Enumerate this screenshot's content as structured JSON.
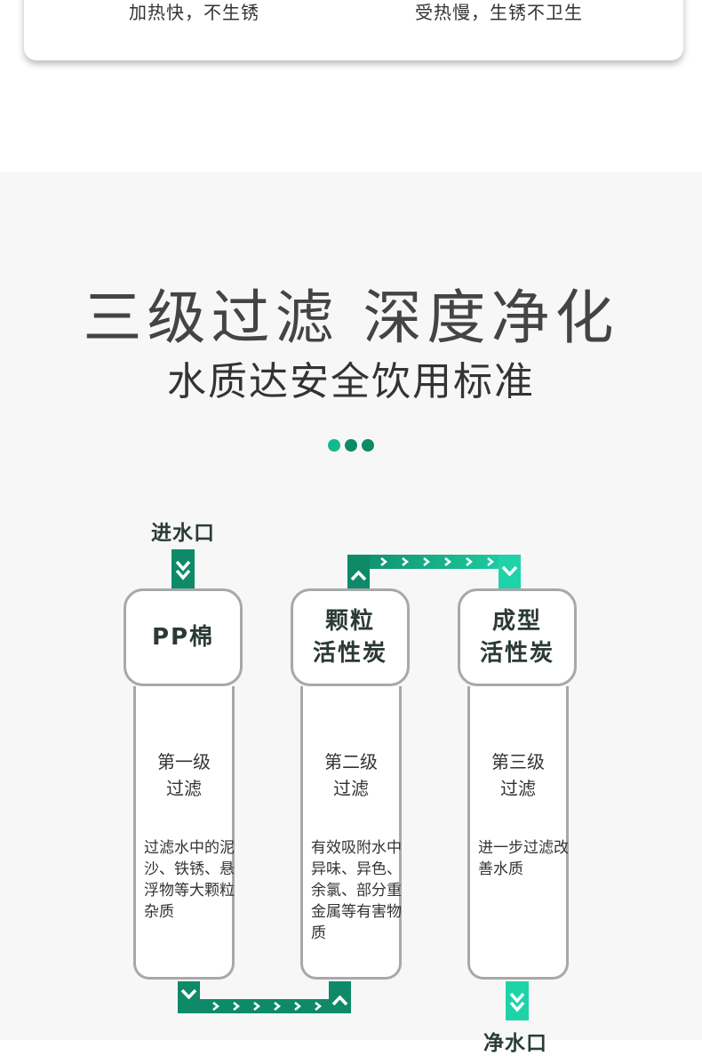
{
  "comparison": {
    "left_caption": "加热快，不生锈",
    "right_caption": "受热慢，生锈不卫生"
  },
  "section": {
    "title": "三级过滤 深度净化",
    "subtitle": "水质达安全饮用标准"
  },
  "flow": {
    "inlet_label": "进水口",
    "outlet_label": "净水口"
  },
  "filters": [
    {
      "name_line1": "PP棉",
      "name_line2": "",
      "stage_line1": "第一级",
      "stage_line2": "过滤",
      "description": "过滤水中的泥沙、铁锈、悬浮物等大颗粒杂质"
    },
    {
      "name_line1": "颗粒",
      "name_line2": "活性炭",
      "stage_line1": "第二级",
      "stage_line2": "过滤",
      "description": "有效吸附水中异味、异色、余氯、部分重金属等有害物质"
    },
    {
      "name_line1": "成型",
      "name_line2": "活性炭",
      "stage_line1": "第三级",
      "stage_line2": "过滤",
      "description": "进一步过滤改善水质"
    }
  ],
  "colors": {
    "accent_dark": "#0e8a68",
    "accent_mid": "#14b88e",
    "accent_light": "#1fd3a8",
    "border_gray": "#a8a8a8"
  },
  "icons": {
    "down": "chevron-down-icon",
    "up": "chevron-up-icon",
    "right": "chevron-right-icon"
  }
}
